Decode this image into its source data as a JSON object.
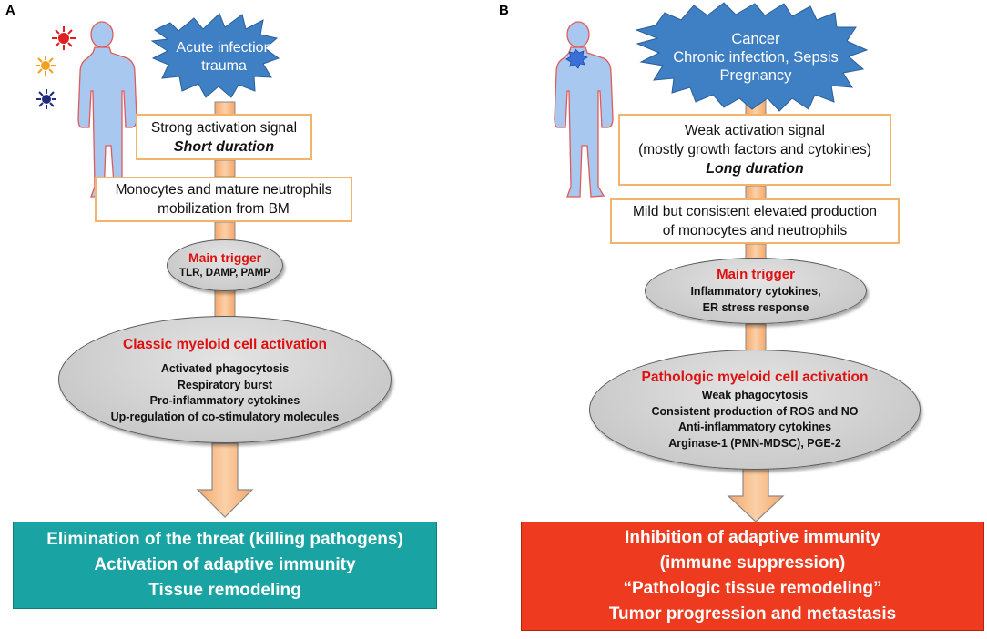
{
  "panel_a": {
    "letter": "A",
    "burst_lines": [
      "Acute infection",
      "trauma"
    ],
    "signal_box": {
      "line1": "Strong activation signal",
      "line2": "Short duration"
    },
    "mobilization_box": [
      "Monocytes and mature neutrophils",
      "mobilization from BM"
    ],
    "trigger": {
      "title": "Main trigger",
      "lines": [
        "TLR, DAMP, PAMP"
      ]
    },
    "activation": {
      "title": "Classic myeloid cell activation",
      "lines": [
        "Activated phagocytosis",
        "Respiratory burst",
        "Pro-inflammatory cytokines",
        "Up-regulation of co-stimulatory molecules"
      ]
    },
    "result_lines": [
      "Elimination of the threat (killing pathogens)",
      "Activation of adaptive immunity",
      "Tissue remodeling"
    ],
    "result_color": "#1aa3a3"
  },
  "panel_b": {
    "letter": "B",
    "burst_lines": [
      "Cancer",
      "Chronic infection, Sepsis",
      "Pregnancy"
    ],
    "signal_box": {
      "line1": "Weak activation signal",
      "line1b": "(mostly growth factors and cytokines)",
      "line2": "Long duration"
    },
    "production_box": [
      "Mild but consistent elevated production",
      "of monocytes and neutrophils"
    ],
    "trigger": {
      "title": "Main trigger",
      "lines": [
        "Inflammatory cytokines,",
        "ER stress response"
      ]
    },
    "activation": {
      "title": "Pathologic myeloid cell activation",
      "lines": [
        "Weak phagocytosis",
        "Consistent production of ROS and NO",
        "Anti-inflammatory cytokines",
        "Arginase-1 (PMN-MDSC), PGE-2"
      ]
    },
    "result_lines": [
      "Inhibition of adaptive immunity",
      "(immune suppression)",
      "“Pathologic tissue remodeling”",
      "Tumor progression and metastasis"
    ],
    "result_color": "#ee3a1e"
  },
  "colors": {
    "burst": "#3f7fc4",
    "figure": "#a9c8f0",
    "figure_outline": "#e05a5a",
    "arrow": "#f7b884",
    "arrow_outline": "#7a7a7a",
    "box_border": "#f2b46a"
  },
  "icons": [
    "red-sun-icon",
    "orange-sun-icon",
    "navy-sun-icon",
    "blue-tumor-icon",
    "human-figure-icon"
  ]
}
